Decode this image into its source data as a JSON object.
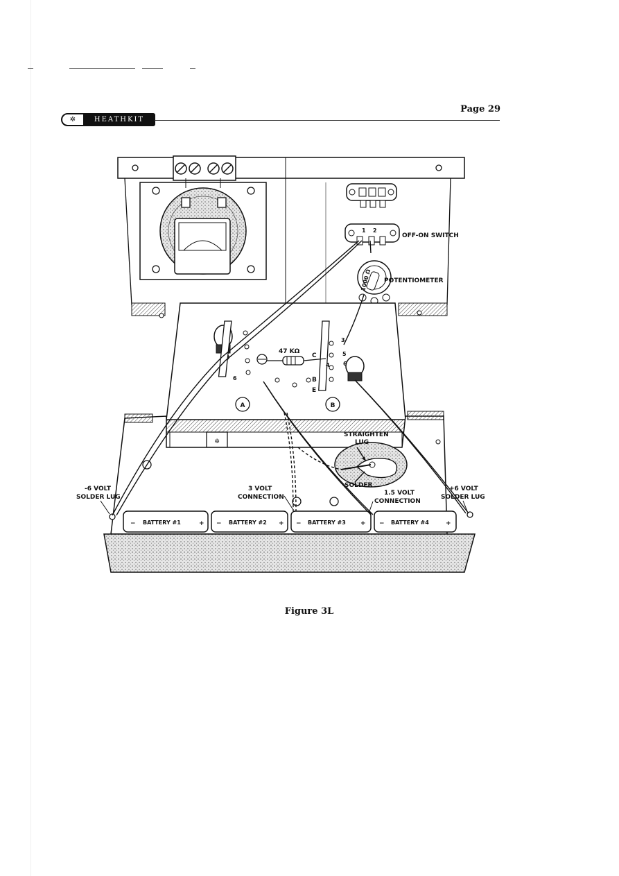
{
  "header": {
    "brand": "HEATHKIT",
    "logo_icon": "heathkit-emblem-icon",
    "page_label": "Page 29"
  },
  "figure": {
    "labels": {
      "off_on_switch": "OFF-ON SWITCH",
      "potentiometer": "POTENTIOMETER",
      "pot_value": "1000 Ω",
      "resistor": "47 KΩ",
      "circle_a": "A",
      "circle_b": "B",
      "lug_c": "C",
      "lug_b": "B",
      "lug_e": "E",
      "num_3": "3",
      "num_4": "4",
      "num_5": "5",
      "num_6_left": "6",
      "num_6_right": "6",
      "switch_1": "1",
      "switch_2": "2",
      "straighten_1": "STRAIGHTEN",
      "straighten_2": "LUG",
      "solder": "SOLDER",
      "neg6_1": "-6 VOLT",
      "neg6_2": "SOLDER LUG",
      "v3_1": "3 VOLT",
      "v3_2": "CONNECTION",
      "v15_1": "1.5 VOLT",
      "v15_2": "CONNECTION",
      "pos6_1": "+6 VOLT",
      "pos6_2": "SOLDER LUG",
      "battery1": "BATTERY #1",
      "battery2": "BATTERY #2",
      "battery3": "BATTERY #3",
      "battery4": "BATTERY #4",
      "minus": "−",
      "plus": "+"
    },
    "caption": "Figure 3L"
  }
}
